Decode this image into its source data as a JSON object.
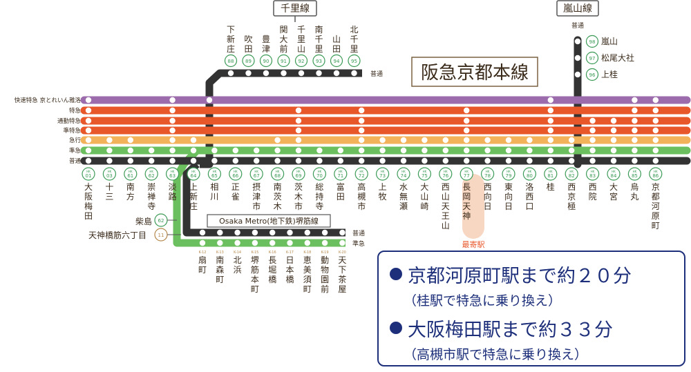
{
  "title": "阪急京都本線",
  "branch_senri": {
    "label": "千里線",
    "service": "普通",
    "stations": [
      {
        "name": "下新庄",
        "code": "88"
      },
      {
        "name": "吹田",
        "code": "89"
      },
      {
        "name": "豊津",
        "code": "90"
      },
      {
        "name": "関大前",
        "code": "91"
      },
      {
        "name": "千里山",
        "code": "92"
      },
      {
        "name": "南千里",
        "code": "93"
      },
      {
        "name": "山田",
        "code": "94"
      },
      {
        "name": "北千里",
        "code": "95"
      }
    ]
  },
  "branch_arashiyama": {
    "label": "嵐山線",
    "service": "普通",
    "stations": [
      {
        "name": "嵐山",
        "code": "98"
      },
      {
        "name": "松尾大社",
        "code": "97"
      },
      {
        "name": "上桂",
        "code": "96"
      }
    ]
  },
  "services": [
    {
      "name": "快速特急 京とれいん雅洛",
      "color": "#9b6bab"
    },
    {
      "name": "特急",
      "color": "#e8572a"
    },
    {
      "name": "通勤特急",
      "color": "#e8572a"
    },
    {
      "name": "準特急",
      "color": "#e8572a"
    },
    {
      "name": "急行",
      "color": "#f2b25a"
    },
    {
      "name": "準急",
      "color": "#6cbf5e"
    },
    {
      "name": "普通",
      "color": "#333333"
    }
  ],
  "main_stations": [
    {
      "name": "大阪梅田",
      "code": "01"
    },
    {
      "name": "十三",
      "code": "03"
    },
    {
      "name": "南方",
      "code": "61"
    },
    {
      "name": "崇禅寺",
      "code": "62"
    },
    {
      "name": "淡路",
      "code": "63"
    },
    {
      "name": "上新庄",
      "code": "64"
    },
    {
      "name": "相川",
      "code": "65"
    },
    {
      "name": "正雀",
      "code": "66"
    },
    {
      "name": "摂津市",
      "code": "67"
    },
    {
      "name": "南茨木",
      "code": "68"
    },
    {
      "name": "茨木市",
      "code": "69"
    },
    {
      "name": "総持寺",
      "code": "70"
    },
    {
      "name": "富田",
      "code": "71"
    },
    {
      "name": "高槻市",
      "code": "72"
    },
    {
      "name": "上牧",
      "code": "73"
    },
    {
      "name": "水無瀬",
      "code": "74"
    },
    {
      "name": "大山崎",
      "code": "75"
    },
    {
      "name": "西山天王山",
      "code": "76"
    },
    {
      "name": "長岡天神",
      "code": "77"
    },
    {
      "name": "西向日",
      "code": "78"
    },
    {
      "name": "東向日",
      "code": "79"
    },
    {
      "name": "洛西口",
      "code": "80"
    },
    {
      "name": "桂",
      "code": "81"
    },
    {
      "name": "西京極",
      "code": "82"
    },
    {
      "name": "西院",
      "code": "83"
    },
    {
      "name": "大宮",
      "code": "84"
    },
    {
      "name": "烏丸",
      "code": "85"
    },
    {
      "name": "京都河原町",
      "code": "86"
    }
  ],
  "nearest_label": "最寄駅",
  "metro": {
    "label": "Osaka Metro(地下鉄)堺筋線",
    "service_futsu": "普通",
    "service_junkyu": "準急",
    "stations": [
      {
        "name": "扇町",
        "code": "K-12"
      },
      {
        "name": "南森町",
        "code": "K-13"
      },
      {
        "name": "北浜",
        "code": "K-14"
      },
      {
        "name": "堺筋本町",
        "code": "K-15"
      },
      {
        "name": "長堀橋",
        "code": "K-16"
      },
      {
        "name": "日本橋",
        "code": "K-17"
      },
      {
        "name": "恵美須町",
        "code": "K-18"
      },
      {
        "name": "動物園前",
        "code": "K-19"
      },
      {
        "name": "天下茶屋",
        "code": "K-20"
      }
    ]
  },
  "shibajima": {
    "name": "柴島",
    "code": "62"
  },
  "tenroku": {
    "name": "天神橋筋六丁目",
    "code": "11"
  },
  "notes": [
    {
      "headline": "京都河原町駅まで約２０分",
      "sub": "（桂駅で特急に乗り換え）"
    },
    {
      "headline": "大阪梅田駅まで約３３分",
      "sub": "（高槻市駅で特急に乗り換え）"
    }
  ]
}
